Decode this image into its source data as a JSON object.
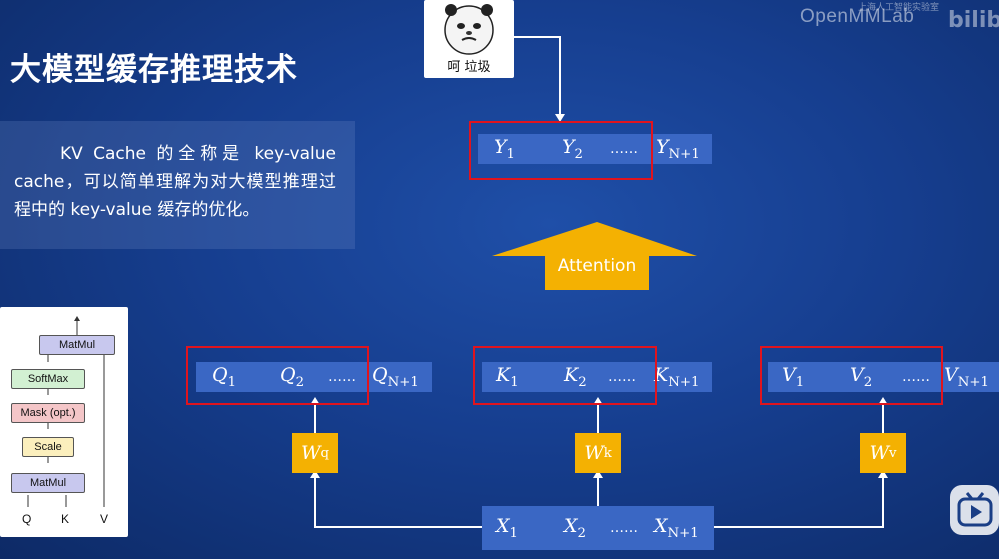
{
  "slide": {
    "title": "大模型缓存推理技术",
    "description": "KV Cache 的全称是 key-value cache，可以简单理解为对大模型推理过程中的 key-value 缓存的优化。"
  },
  "watermark": {
    "brand": "OpenMMLab",
    "institute": "上海人工智能实验室",
    "platform_logo": "bilibili"
  },
  "meme": {
    "caption": "呵 垃圾"
  },
  "diagram": {
    "attention_label": "Attention",
    "y_row": [
      "Y",
      "1",
      "Y",
      "2",
      "……",
      "Y",
      "N+1"
    ],
    "q_row": [
      "Q",
      "1",
      "Q",
      "2",
      "……",
      "Q",
      "N+1"
    ],
    "k_row": [
      "K",
      "1",
      "K",
      "2",
      "……",
      "K",
      "N+1"
    ],
    "v_row": [
      "V",
      "1",
      "V",
      "2",
      "……",
      "V",
      "N+1"
    ],
    "x_row": [
      "X",
      "1",
      "X",
      "2",
      "……",
      "X",
      "N+1"
    ],
    "weights": {
      "q": [
        "W",
        "q"
      ],
      "k": [
        "W",
        "k"
      ],
      "v": [
        "W",
        "v"
      ]
    },
    "colors": {
      "box": "#3a67c4",
      "weight": "#f4b102",
      "arrow": "#f4b102",
      "frame": "#e0141e"
    }
  },
  "attention_block": {
    "layers": [
      "MatMul",
      "SoftMax",
      "Mask (opt.)",
      "Scale",
      "MatMul"
    ],
    "inputs": [
      "Q",
      "K",
      "V"
    ],
    "colors": {
      "matmul": "#c8c8ee",
      "softmax": "#d2f0d2",
      "mask": "#f4c6c8",
      "scale": "#fbefbd"
    }
  }
}
